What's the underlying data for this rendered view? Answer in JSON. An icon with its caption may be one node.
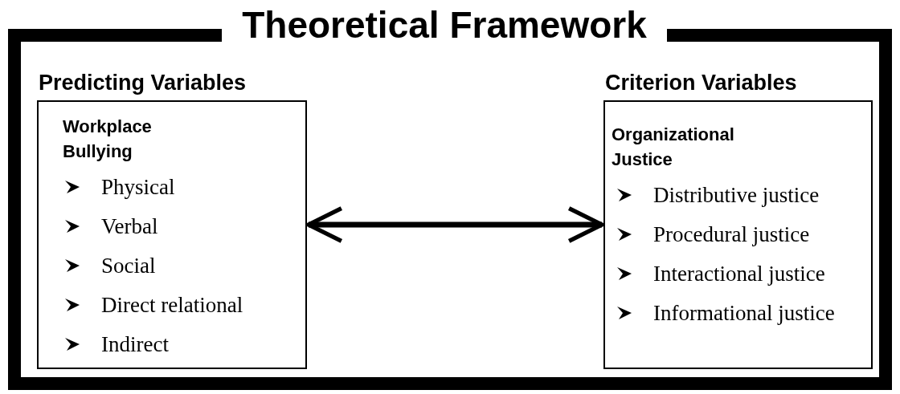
{
  "diagram": {
    "title": "Theoretical Framework",
    "nodes": [
      {
        "text": [
          "Predicting Variables",
          "Workplace Bullying",
          "Physical",
          "Verbal",
          "Social",
          "Direct relational",
          "Indirect"
        ]
      },
      {
        "text": [
          "Criterion Variables",
          "Organizational Justice",
          "Distributive justice",
          "Procedural justice",
          "Interactional justice",
          "Informational justice"
        ]
      }
    ],
    "edges": [
      {
        "from": 0,
        "to": 1,
        "arrow": "both"
      }
    ]
  }
}
